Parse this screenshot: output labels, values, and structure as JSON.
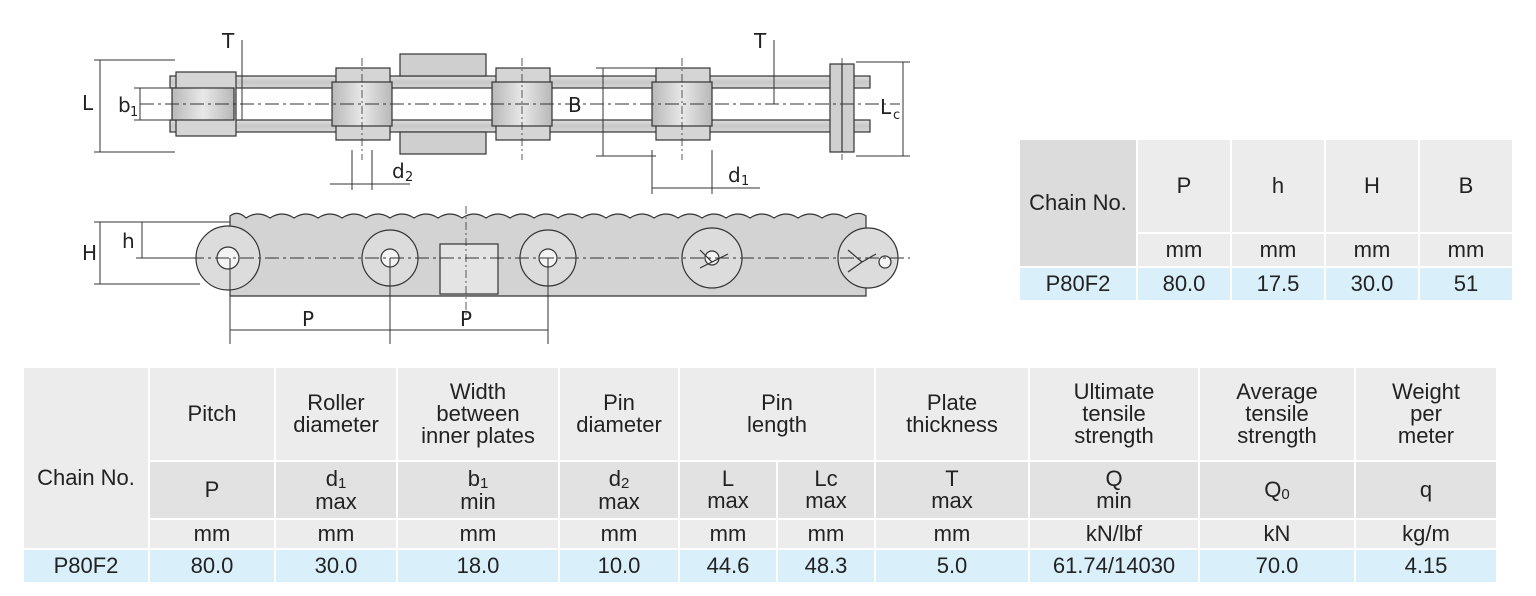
{
  "drawing": {
    "labels": {
      "T_top_left": "T",
      "T_top_right": "T",
      "L": "L",
      "b1": "b",
      "b1_sub": "1",
      "B": "B",
      "Lc": "L",
      "Lc_sub": "c",
      "d2": "d",
      "d2_sub": "2",
      "d1": "d",
      "d1_sub": "1",
      "H": "H",
      "h": "h",
      "P_left": "P",
      "P_right": "P"
    }
  },
  "small_table": {
    "chain_no": "Chain No.",
    "headers": [
      "P",
      "h",
      "H",
      "B"
    ],
    "units": [
      "mm",
      "mm",
      "mm",
      "mm"
    ],
    "row": {
      "chain": "P80F2",
      "values": [
        "80.0",
        "17.5",
        "30.0",
        "51"
      ]
    }
  },
  "main_table": {
    "chain_no": "Chain No.",
    "groups": {
      "pitch": "Pitch",
      "roller": [
        "Roller",
        "diameter"
      ],
      "width": [
        "Width",
        "between",
        "inner plates"
      ],
      "pin_d": [
        "Pin",
        "diameter"
      ],
      "pin_len": [
        "Pin",
        "length"
      ],
      "plate": [
        "Plate",
        "thickness"
      ],
      "ult": [
        "Ultimate",
        "tensile",
        "strength"
      ],
      "avg": [
        "Average",
        "tensile",
        "strength"
      ],
      "weight": [
        "Weight",
        "per",
        "meter"
      ]
    },
    "symbols": {
      "P": "P",
      "d1": "d",
      "d1_sub": "1",
      "d1_q": "max",
      "b1": "b",
      "b1_sub": "1",
      "b1_q": "min",
      "d2": "d",
      "d2_sub": "2",
      "d2_q": "max",
      "L": "L",
      "L_q": "max",
      "Lc": "Lc",
      "Lc_q": "max",
      "T": "T",
      "T_q": "max",
      "Q": "Q",
      "Q_q": "min",
      "Q0": "Q",
      "Q0_sub": "0",
      "q": "q"
    },
    "units": [
      "mm",
      "mm",
      "mm",
      "mm",
      "mm",
      "mm",
      "mm",
      "kN/lbf",
      "kN",
      "kg/m"
    ],
    "row": {
      "chain": "P80F2",
      "values": [
        "80.0",
        "30.0",
        "18.0",
        "10.0",
        "44.6",
        "48.3",
        "5.0",
        "61.74/14030",
        "70.0",
        "4.15"
      ]
    }
  }
}
